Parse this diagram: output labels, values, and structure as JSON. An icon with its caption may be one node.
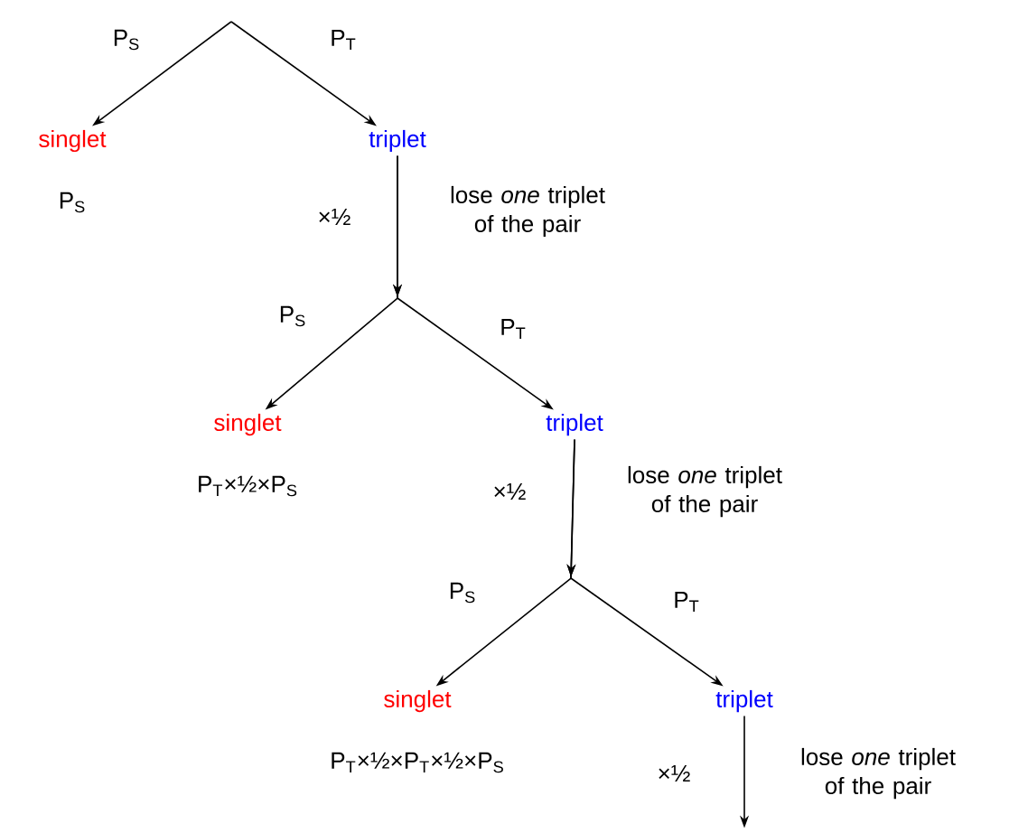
{
  "diagram": {
    "nodes": [
      {
        "text": [
          "singlet"
        ],
        "beside": [
          "P$_{S}$"
        ]
      },
      {
        "text": [
          "triplet"
        ]
      },
      {
        "text": [
          "singlet"
        ],
        "beside": [
          "P$_{T}$×½×P$_{S}$"
        ]
      },
      {
        "text": [
          "triplet"
        ]
      },
      {
        "text": [
          "singlet"
        ],
        "beside": [
          "P$_{T}$×½×P$_{T}$×½×P$_{S}$"
        ]
      },
      {
        "text": [
          "triplet"
        ]
      }
    ],
    "edges": [
      {
        "from": null,
        "to": 0,
        "arrow": "to",
        "label": "P$_{S}$"
      },
      {
        "from": null,
        "to": 1,
        "arrow": "to",
        "label": "P$_{T}$"
      },
      {
        "from": 1,
        "to": 2,
        "arrow": "to",
        "label": "P$_{S}$"
      },
      {
        "from": 1,
        "to": 3,
        "arrow": "to",
        "label": "P$_{T}$"
      },
      {
        "from": 3,
        "to": 4,
        "arrow": "to",
        "label": "P$_{S}$"
      },
      {
        "from": 3,
        "to": 5,
        "arrow": "to",
        "label": "P$_{T}$"
      },
      {
        "from": 5,
        "to": null,
        "arrow": "to"
      }
    ],
    "labels": [
      "×½",
      "lose *one* triplet of the pair",
      "×½",
      "lose *one* triplet of the pair",
      "×½",
      "lose *one* triplet of the pair"
    ]
  }
}
